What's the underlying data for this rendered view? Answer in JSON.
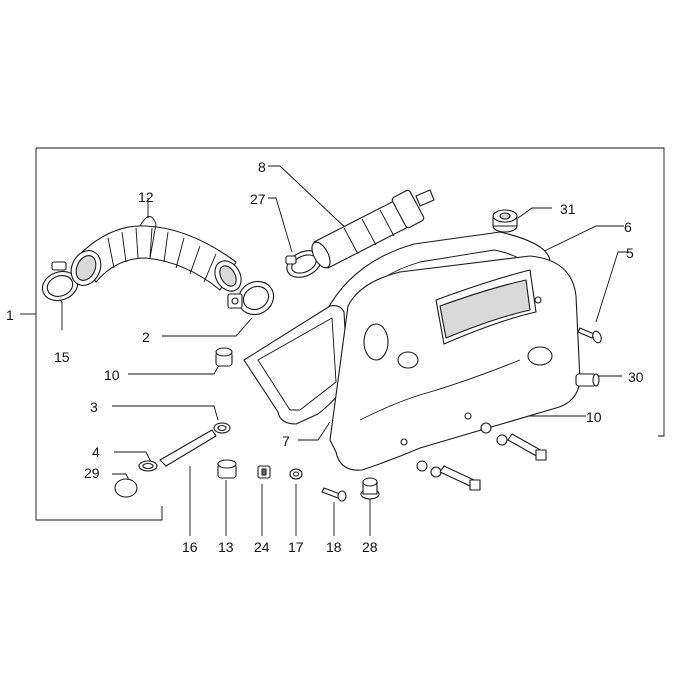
{
  "diagram": {
    "type": "exploded parts diagram",
    "subject": "air filter housing assembly",
    "callouts": [
      {
        "id": "c1",
        "label": "1"
      },
      {
        "id": "c2",
        "label": "2"
      },
      {
        "id": "c3",
        "label": "3"
      },
      {
        "id": "c4",
        "label": "4"
      },
      {
        "id": "c5",
        "label": "5"
      },
      {
        "id": "c6",
        "label": "6"
      },
      {
        "id": "c7",
        "label": "7"
      },
      {
        "id": "c8",
        "label": "8"
      },
      {
        "id": "c10a",
        "label": "10"
      },
      {
        "id": "c10b",
        "label": "10"
      },
      {
        "id": "c12",
        "label": "12"
      },
      {
        "id": "c13",
        "label": "13"
      },
      {
        "id": "c15",
        "label": "15"
      },
      {
        "id": "c16",
        "label": "16"
      },
      {
        "id": "c17",
        "label": "17"
      },
      {
        "id": "c18",
        "label": "18"
      },
      {
        "id": "c24",
        "label": "24"
      },
      {
        "id": "c27",
        "label": "27"
      },
      {
        "id": "c28",
        "label": "28"
      },
      {
        "id": "c29",
        "label": "29"
      },
      {
        "id": "c30",
        "label": "30"
      },
      {
        "id": "c31",
        "label": "31"
      }
    ]
  }
}
